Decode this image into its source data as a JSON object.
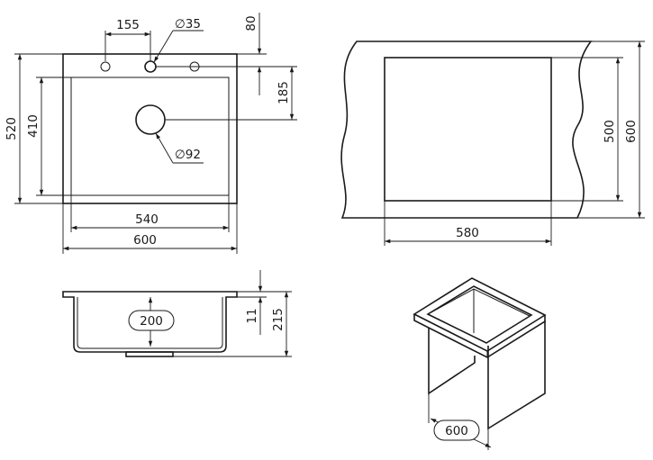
{
  "top_view": {
    "dim_hole_offset": "155",
    "dim_tap_hole": "∅35",
    "dim_top_margin": "80",
    "dim_drain_offset": "185",
    "dim_drain_hole": "∅92",
    "dim_outer_height": "520",
    "dim_bowl_height": "410",
    "dim_bowl_width": "540",
    "dim_outer_width": "600"
  },
  "cutout_view": {
    "dim_cutout_width": "580",
    "dim_cutout_height": "500",
    "dim_cabinet_height": "600"
  },
  "section_view": {
    "dim_bowl_depth": "200",
    "dim_rim_thickness": "11",
    "dim_total_depth": "215"
  },
  "cabinet_view": {
    "dim_cabinet_width": "600"
  }
}
